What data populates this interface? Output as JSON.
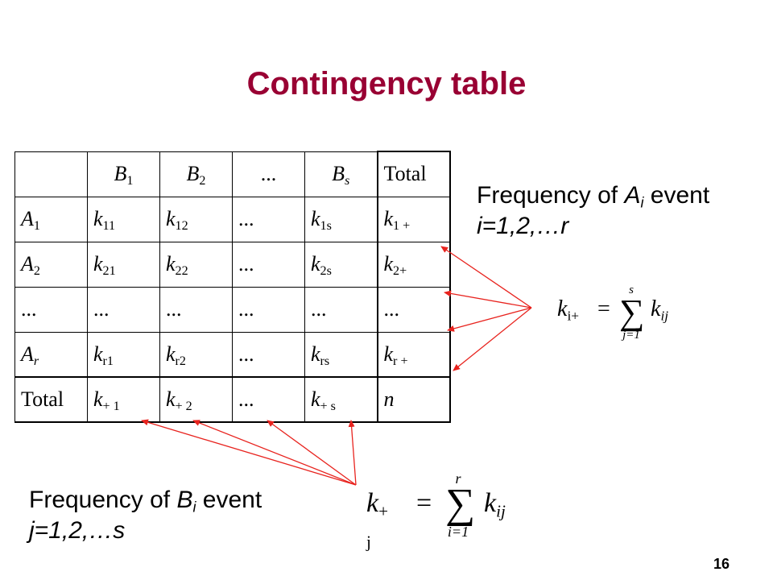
{
  "title": "Contingency table",
  "table": {
    "header": {
      "c1": "B",
      "s1": "1",
      "c2": "B",
      "s2": "2",
      "c3": "...",
      "c4": "B",
      "s4": "s",
      "c5": "Total"
    },
    "rows": [
      {
        "a": "A",
        "as": "1",
        "c1": "k",
        "s1": "11",
        "c2": "k",
        "s2": "12",
        "c3": "...",
        "c4": "k",
        "s4": "1s",
        "c5": "k",
        "s5": "1 +"
      },
      {
        "a": "A",
        "as": "2",
        "c1": "k",
        "s1": "21",
        "c2": "k",
        "s2": "22",
        "c3": "...",
        "c4": "k",
        "s4": "2s",
        "c5": "k",
        "s5": "2+"
      },
      {
        "a": "...",
        "c1": "...",
        "c2": "...",
        "c3": "...",
        "c4": "...",
        "c5": "..."
      },
      {
        "a": "A",
        "as": "r",
        "c1": "k",
        "s1": "r1",
        "c2": "k",
        "s2": "r2",
        "c3": "...",
        "c4": "k",
        "s4": "rs",
        "c5": "k",
        "s5": "r +"
      }
    ],
    "total_row": {
      "label": "Total",
      "c1": "k",
      "s1": "+ 1",
      "c2": "k",
      "s2": "+ 2",
      "c3": "...",
      "c4": "k",
      "s4": "+ s",
      "c5": "n"
    }
  },
  "note_rows": {
    "line1_pre": "Frequency of ",
    "line1_var": "A",
    "line1_sub": "i",
    "line1_post": " event",
    "line2": "i=1,2,…r"
  },
  "note_cols": {
    "line1_pre": "Frequency of ",
    "line1_var": "B",
    "line1_sub": "i",
    "line1_post": " event",
    "line2": "j=1,2,…s"
  },
  "formula_rows": {
    "lhs": "k",
    "lhs_sub": "i+",
    "eq": "=",
    "upper": "s",
    "lower": "j=1",
    "rhs": "k",
    "rhs_sub": "ij"
  },
  "formula_cols": {
    "lhs": "k",
    "lhs_sub": "+ j",
    "eq": "=",
    "upper": "r",
    "lower": "i=1",
    "rhs": "k",
    "rhs_sub": "ij"
  },
  "page_number": "16",
  "colors": {
    "title": "#990033",
    "arrow": "#e8231e"
  }
}
